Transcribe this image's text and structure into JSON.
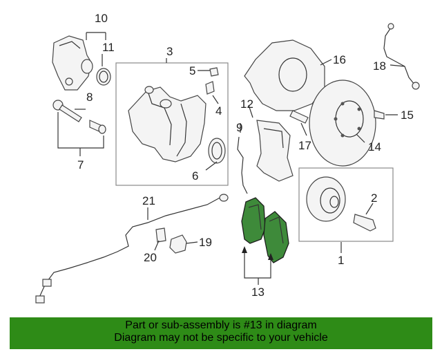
{
  "diagram": {
    "part_numbers": [
      "1",
      "2",
      "3",
      "4",
      "5",
      "6",
      "7",
      "8",
      "9",
      "10",
      "11",
      "12",
      "13",
      "14",
      "15",
      "16",
      "17",
      "18",
      "19",
      "20",
      "21"
    ],
    "highlighted_part": "13",
    "highlight_color": "#3e8a3a"
  },
  "banner": {
    "line1": "Part or sub-assembly is #13 in diagram",
    "line2": "Diagram may not be specific to your vehicle",
    "background": "#2e8b17"
  }
}
